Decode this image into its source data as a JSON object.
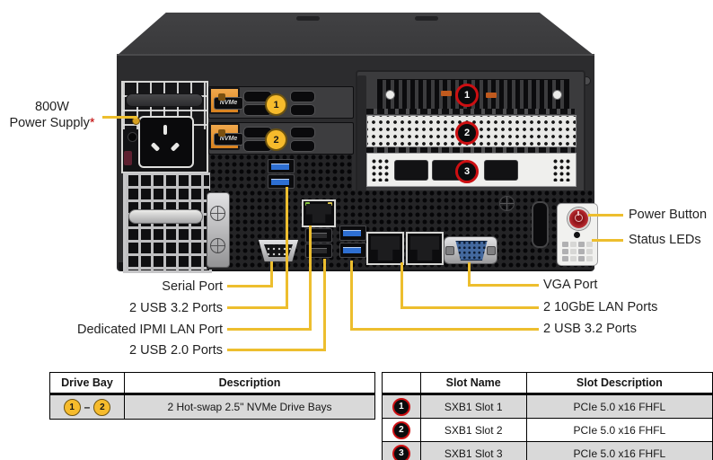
{
  "figure_title": "Server rear panel diagram",
  "colors": {
    "callout_yellow": "#EDBE2E",
    "badge_yellow": "#F6BB2C",
    "badge_red_ring": "#CC0F12",
    "table_row_gray": "#D9D9D9",
    "chassis_dark": "#2C2C2E",
    "vga_blue": "#44699F",
    "usb_blue": "#2E6FD2",
    "power_button_red": "#C9363C"
  },
  "labels": {
    "psu_line1": "800W",
    "psu_line2": "Power Supply",
    "psu_asterisk": "*",
    "serial_port": "Serial Port",
    "usb32_left": "2 USB 3.2 Ports",
    "ipmi_lan": "Dedicated IPMI LAN Port",
    "usb20": "2 USB 2.0 Ports",
    "power_button": "Power Button",
    "status_leds": "Status LEDs",
    "vga_port": "VGA Port",
    "lan_10gbe": "2 10GbE LAN Ports",
    "usb32_right": "2 USB 3.2 Ports"
  },
  "server": {
    "nvme_label": "NVMe",
    "drive_bay_numbers": [
      "1",
      "2"
    ],
    "slot_numbers": [
      "1",
      "2",
      "3"
    ]
  },
  "drive_bay_table": {
    "headers": [
      "Drive Bay",
      "Description"
    ],
    "row": {
      "bay_start": "1",
      "separator": "–",
      "bay_end": "2",
      "description": "2 Hot-swap 2.5\" NVMe Drive Bays"
    }
  },
  "slot_table": {
    "headers": [
      "",
      "Slot Name",
      "Slot Description"
    ],
    "rows": [
      {
        "num": "1",
        "name": "SXB1 Slot 1",
        "desc": "PCIe 5.0 x16 FHFL"
      },
      {
        "num": "2",
        "name": "SXB1 Slot 2",
        "desc": "PCIe 5.0 x16 FHFL"
      },
      {
        "num": "3",
        "name": "SXB1 Slot 3",
        "desc": "PCIe 5.0 x16 FHFL"
      }
    ]
  }
}
